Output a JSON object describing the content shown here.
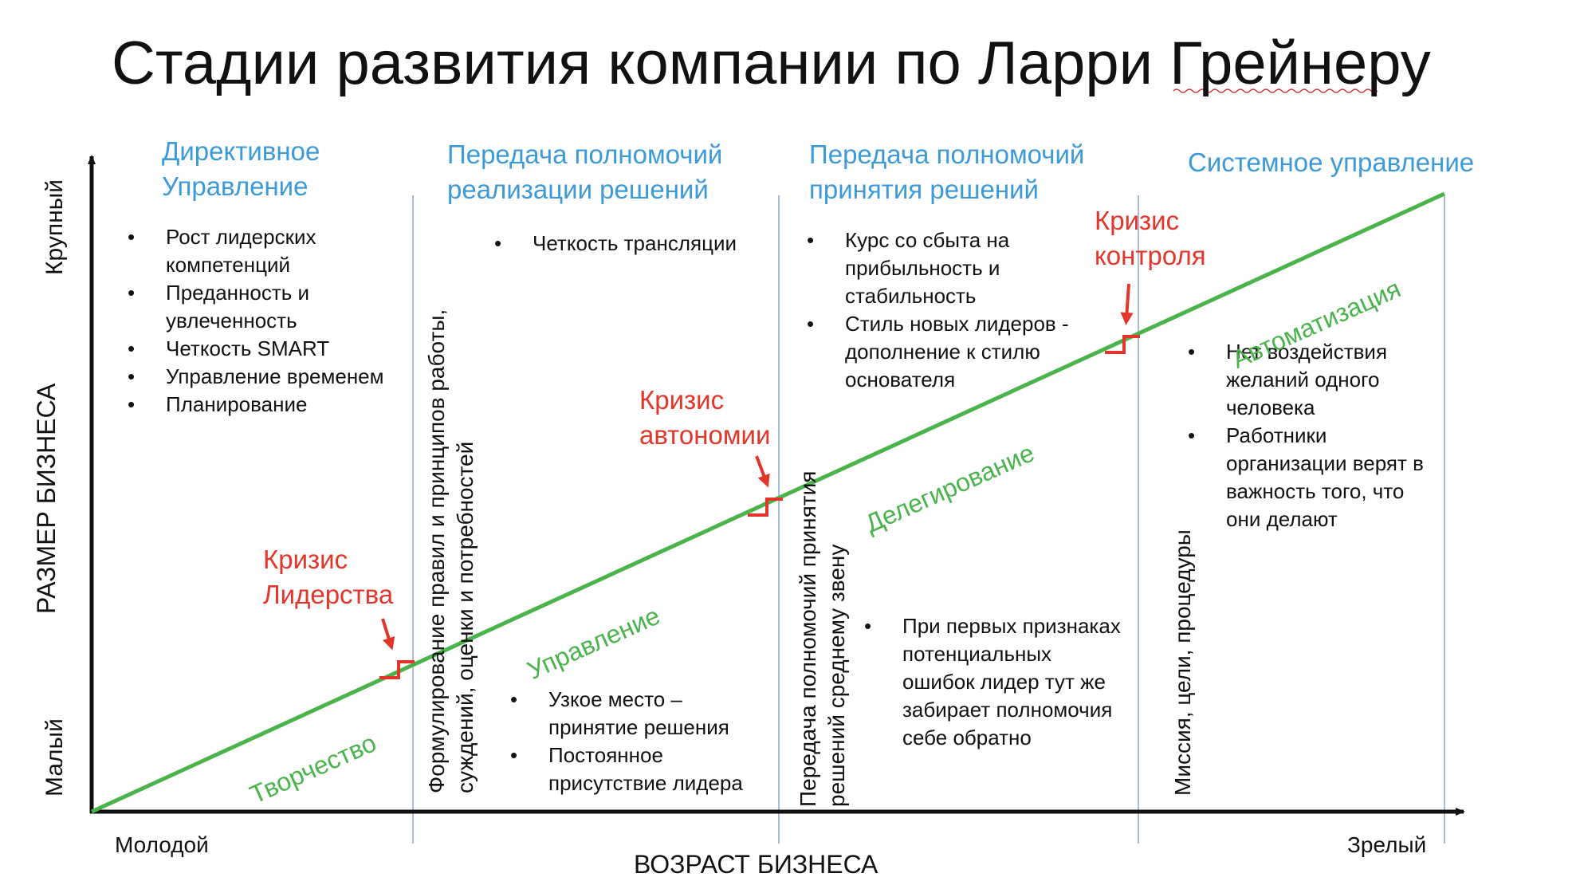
{
  "title": "Стадии развития компании по Ларри Грейнеру",
  "axes": {
    "y_label": "РАЗМЕР БИЗНЕСА",
    "y_top": "Крупный",
    "y_bottom": "Малый",
    "x_label": "ВОЗРАСТ БИЗНЕСА",
    "x_left": "Молодой",
    "x_right": "Зрелый"
  },
  "stages": [
    {
      "title_line1": "Директивное",
      "title_line2": "Управление",
      "bullets": [
        "Рост лидерских компетенций",
        "Преданность и увлеченность",
        "Четкость SMART",
        "Управление временем",
        "Планирование"
      ]
    },
    {
      "title_line1": "Передача полномочий",
      "title_line2": "реализации решений",
      "bullets_top": [
        "Четкость трансляции"
      ],
      "bullets_bottom": [
        "Узкое место – принятие решения",
        "Постоянное присутствие лидера"
      ]
    },
    {
      "title_line1": "Передача полномочий",
      "title_line2": "принятия  решений",
      "bullets_top": [
        "Курс со сбыта на прибыльность и стабильность",
        "Стиль новых лидеров  - дополнение к стилю основателя"
      ],
      "bullets_bottom": [
        "При первых признаках потенциальных ошибок лидер тут же забирает полномочия себе обратно"
      ]
    },
    {
      "title_line1": "Системное управление",
      "bullets": [
        "Нет воздействия желаний одного человека",
        "Работники организации верят в важность того, что они делают"
      ]
    }
  ],
  "crises": [
    {
      "line1": "Кризис",
      "line2": "Лидерства"
    },
    {
      "line1": "Кризис",
      "line2": "автономии"
    },
    {
      "line1": "Кризис",
      "line2": "контроля"
    }
  ],
  "phases": [
    "Творчество",
    "Управление",
    "Делегирование",
    "Автоматизация"
  ],
  "transitions": [
    {
      "line1": "Формулирование правил и принципов работы,",
      "line2": "суждений, оценки и потребностей"
    },
    {
      "line1": "Передача полномочий принятия",
      "line2": "решений среднему звену"
    },
    {
      "line1": "Миссия, цели, процедуры"
    }
  ],
  "colors": {
    "stage_title": "#3d9ad8",
    "crisis": "#e2362a",
    "growth_line": "#4ab34c",
    "divider": "#8ea6cf",
    "axis": "#111111"
  },
  "icons": [
    "arrow-down-right-icon",
    "step-notch-icon",
    "axis-arrow-icon",
    "spellcheck-squiggle-icon"
  ]
}
